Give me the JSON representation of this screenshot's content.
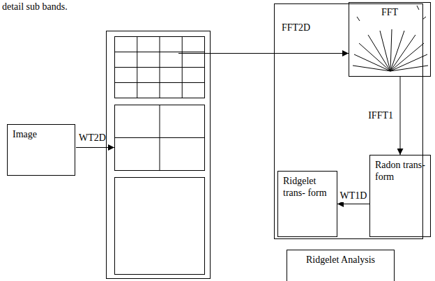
{
  "diagram": {
    "nodes": [
      {
        "text": [
          "Image"
        ]
      },
      {
        "text": [
          "FFT"
        ]
      },
      {
        "text": [
          "Radon trans- form"
        ]
      },
      {
        "text": [
          "Ridgelet trans- form"
        ]
      },
      {
        "text": [
          "Ridgelet Analysis"
        ]
      }
    ],
    "edges": [
      {
        "from": 1,
        "to": 2,
        "arrow": "to",
        "label": "IFFT1"
      },
      {
        "from": 2,
        "to": 3,
        "arrow": "to",
        "label": "WT1D"
      }
    ],
    "labels": [
      "detail sub bands.",
      "WT2D",
      "FFT2D"
    ]
  }
}
